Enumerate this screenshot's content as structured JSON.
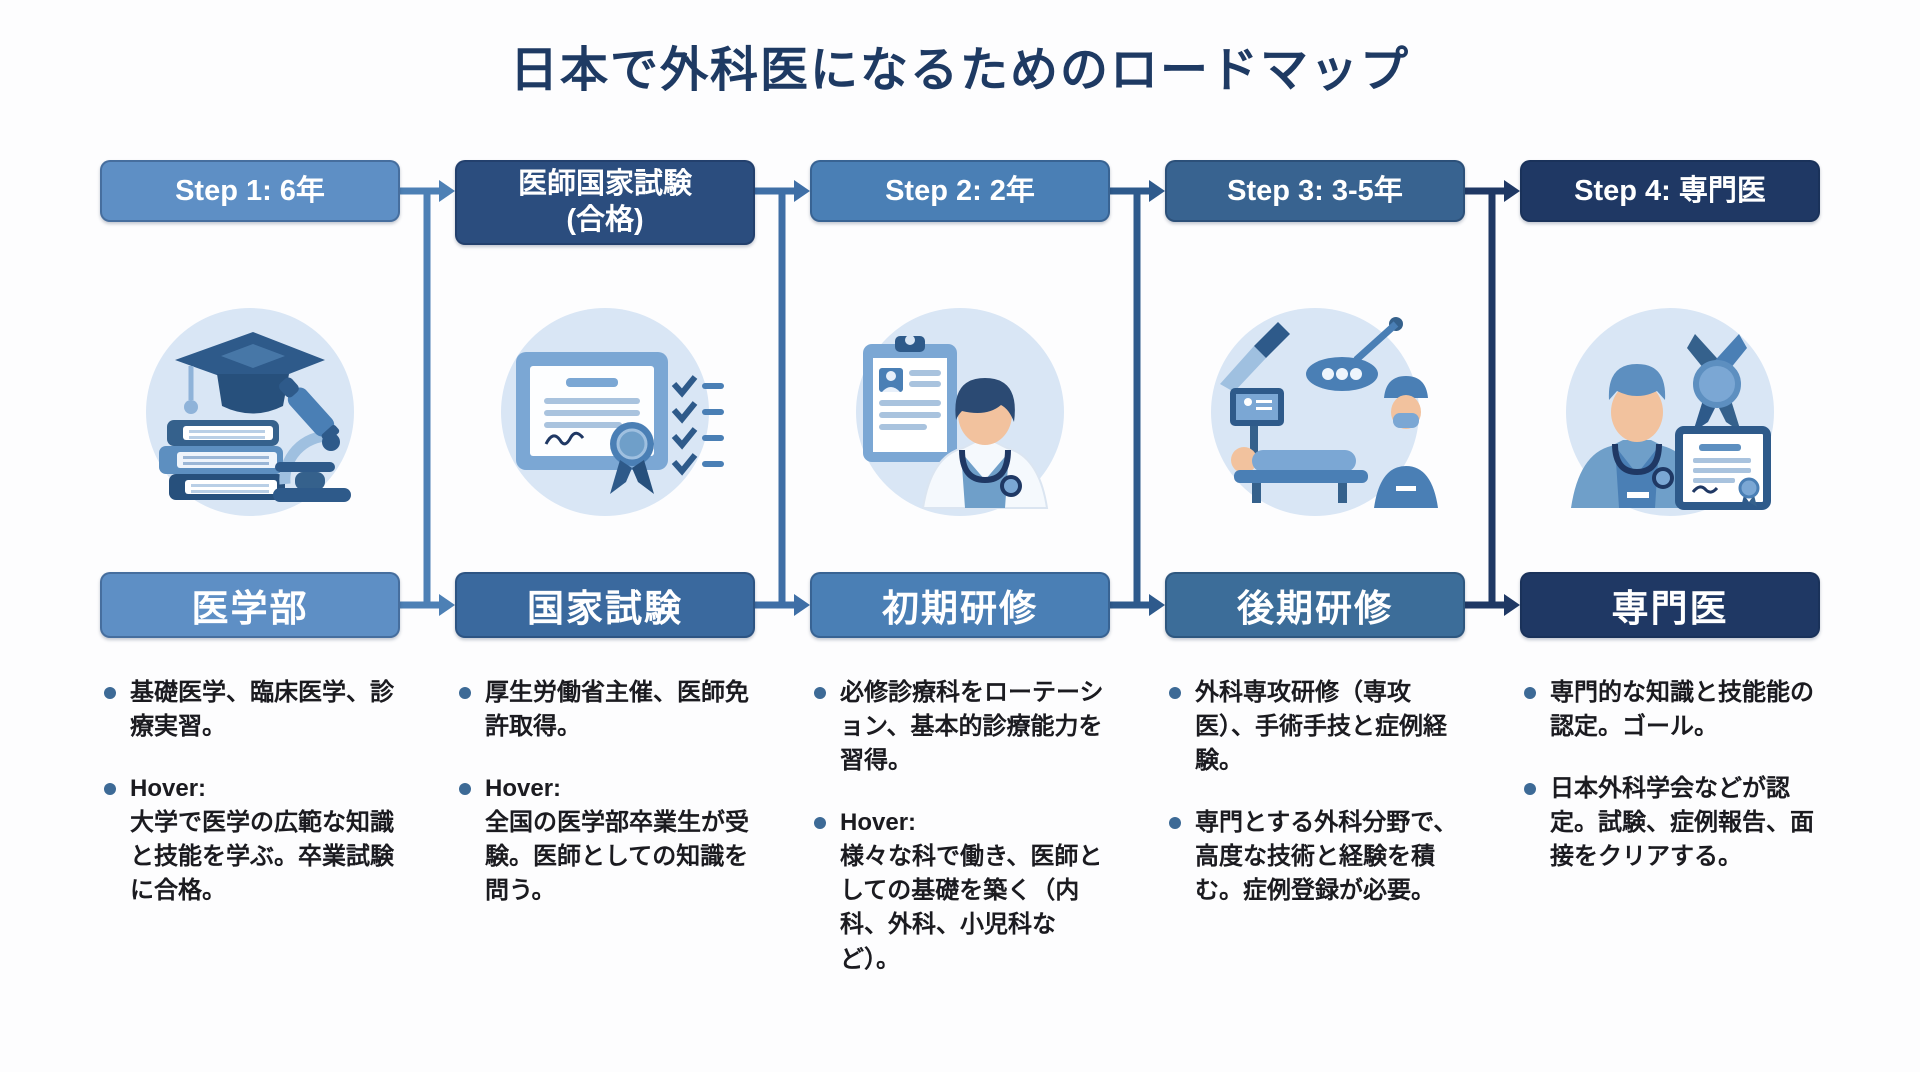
{
  "title": "日本で外科医になるためのロードマップ",
  "palette": {
    "background": "#fdfdfe",
    "title_text": "#1e3a63",
    "body_text": "#1b1b20",
    "bullet_dot": "#3d6a96",
    "circle_bg": "#d9e6f5"
  },
  "connector_colors": [
    "#4d80b5",
    "#3f6fa6",
    "#2e5a8c",
    "#1f3864"
  ],
  "steps": [
    {
      "header": "Step 1: 6年",
      "label": "医学部",
      "header_bg": "#5e8fc5",
      "label_bg": "#5e8fc5",
      "icon": "graduation-cap-books-microscope",
      "bullets": [
        "基礎医学、臨床医学、診療実習。",
        "Hover:\n大学で医学の広範な知識と技能を学ぶ。卒業試験に合格。"
      ]
    },
    {
      "header": "医師国家試験\n(合格)",
      "label": "国家試験",
      "header_bg": "#2b4d7e",
      "label_bg": "#3a699e",
      "icon": "certificate-checklist",
      "bullets": [
        "厚生労働省主催、医師免許取得。",
        "Hover:\n全国の医学部卒業生が受験。医師としての知識を問う。"
      ]
    },
    {
      "header": "Step 2: 2年",
      "label": "初期研修",
      "header_bg": "#4a7fb5",
      "label_bg": "#4a7fb5",
      "icon": "doctor-clipboard-stethoscope",
      "bullets": [
        "必修診療科をローテーション、基本的診療能力を習得。",
        "Hover:\n様々な科で働き、医師としての基礎を築く（内科、外科、小児科など）。"
      ]
    },
    {
      "header": "Step 3: 3-5年",
      "label": "後期研修",
      "header_bg": "#386390",
      "label_bg": "#3c6d99",
      "icon": "operating-room",
      "bullets": [
        "外科専攻研修（専攻医）、手術手技と症例経験。",
        "専門とする外科分野で、高度な技術と経験を積む。症例登録が必要。"
      ]
    },
    {
      "header": "Step 4: 専門医",
      "label": "専門医",
      "header_bg": "#1f3864",
      "label_bg": "#1f3864",
      "icon": "surgeon-award-certificate",
      "bullets": [
        "専門的な知識と技能能の認定。ゴール。",
        "日本外科学会などが認定。試験、症例報告、面接をクリアする。"
      ]
    }
  ]
}
